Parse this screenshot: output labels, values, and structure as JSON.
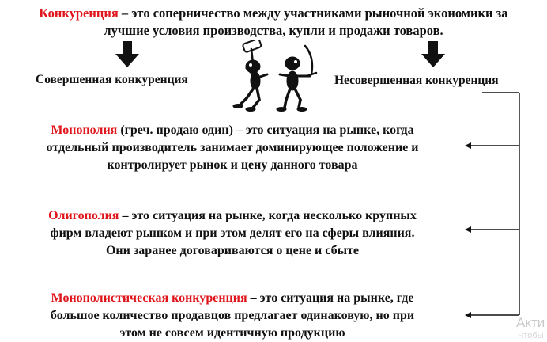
{
  "definition": {
    "term": "Конкуренция",
    "line1_rest": " – это соперничество между участниками рыночной экономики за",
    "line2": "лучшие условия производства, купли и продажи товаров."
  },
  "categories": {
    "perfect": "Совершенная конкуренция",
    "imperfect": "Несовершенная конкуренция"
  },
  "monopoly": {
    "term": "Монополия",
    "line1_rest": " (греч. продаю один) – это ситуация на рынке, когда",
    "line2": "отдельный производитель занимает доминирующее положение и",
    "line3": "контролирует рынок и цену данного товара"
  },
  "oligopoly": {
    "term": "Олигополия",
    "line1_rest": " – это ситуация на рынке, когда несколько крупных",
    "line2": "фирм владеют рынком и при этом делят его на сферы влияния.",
    "line3": "Они заранее договариваются о цене и сбыте"
  },
  "monopolistic": {
    "term": "Монополистическая конкуренция",
    "line1_rest": " – это ситуация на рынке, где",
    "line2": "большое количество продавцов предлагает одинаковую, но при",
    "line3": "этом не совсем идентичную продукцию"
  },
  "watermark": {
    "line1": "Акти",
    "line2": "Чтобы"
  },
  "colors": {
    "accent": "#e0151b",
    "text": "#111111"
  }
}
